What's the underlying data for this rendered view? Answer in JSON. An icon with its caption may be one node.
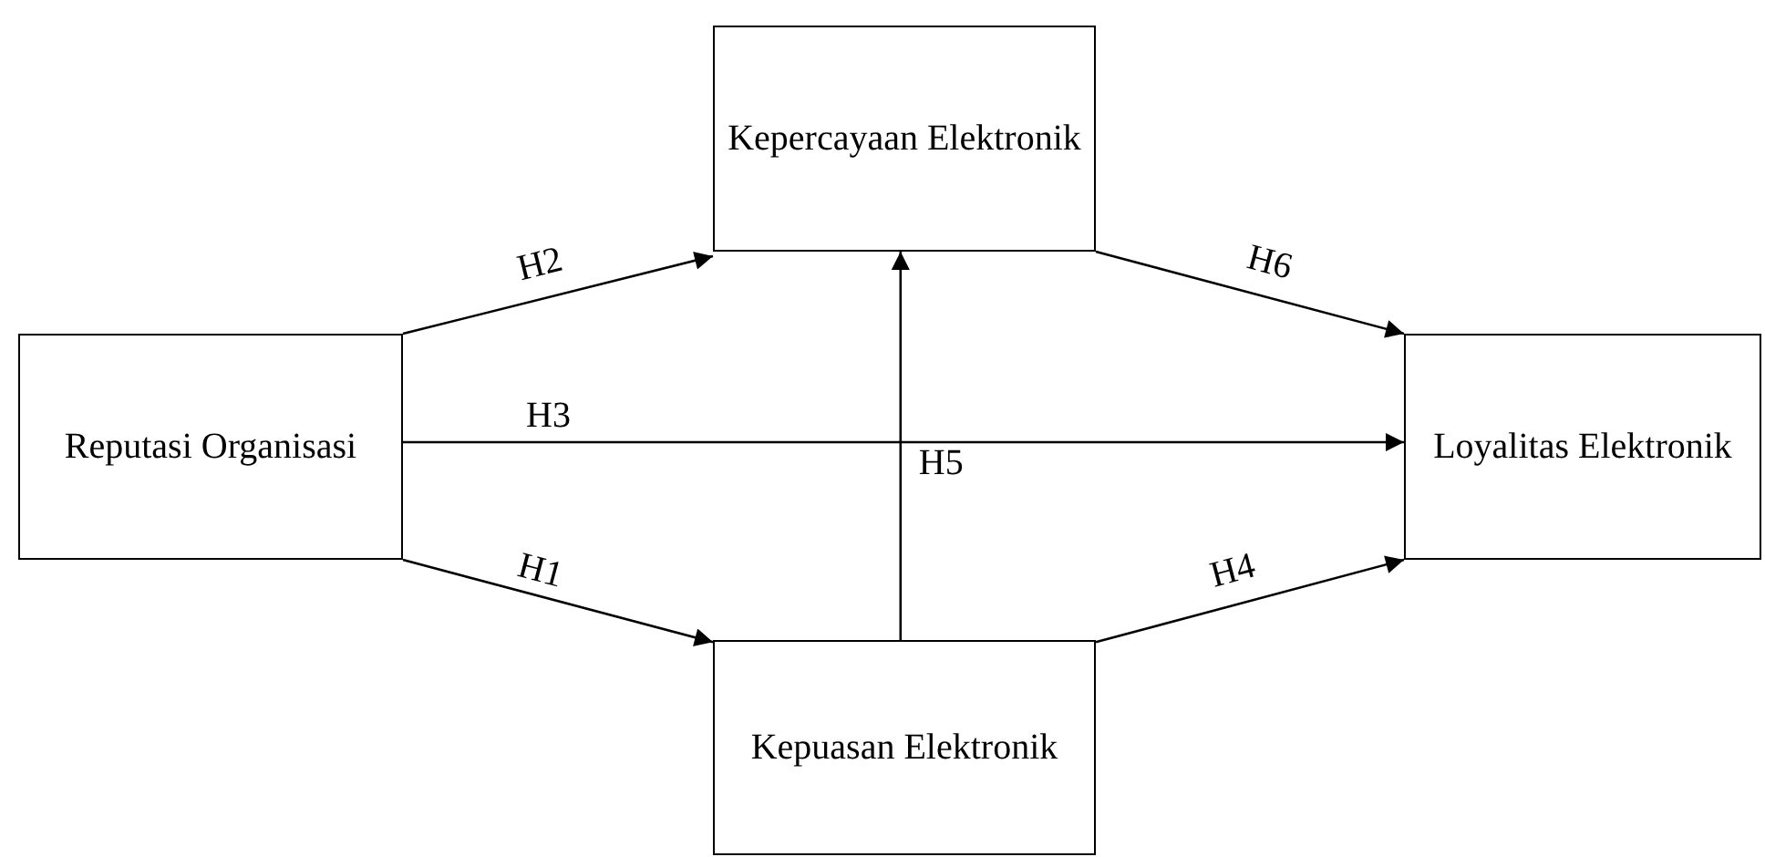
{
  "diagram": {
    "nodes": [
      {
        "text": [
          "Reputasi Organisasi"
        ]
      },
      {
        "text": [
          "Kepercayaan Elektronik"
        ]
      },
      {
        "text": [
          "Kepuasan Elektronik"
        ]
      },
      {
        "text": [
          "Loyalitas Elektronik"
        ]
      }
    ],
    "edges": [
      {
        "from": 0,
        "to": 2,
        "arrow": "to",
        "label": "H1"
      },
      {
        "from": 0,
        "to": 1,
        "arrow": "to",
        "label": "H2"
      },
      {
        "from": 0,
        "to": 3,
        "arrow": "to",
        "label": "H3"
      },
      {
        "from": 2,
        "to": 3,
        "arrow": "to",
        "label": "H4"
      },
      {
        "from": 2,
        "to": 1,
        "arrow": "to",
        "label": "H5"
      },
      {
        "from": 1,
        "to": 3,
        "arrow": "to",
        "label": "H6"
      }
    ]
  }
}
